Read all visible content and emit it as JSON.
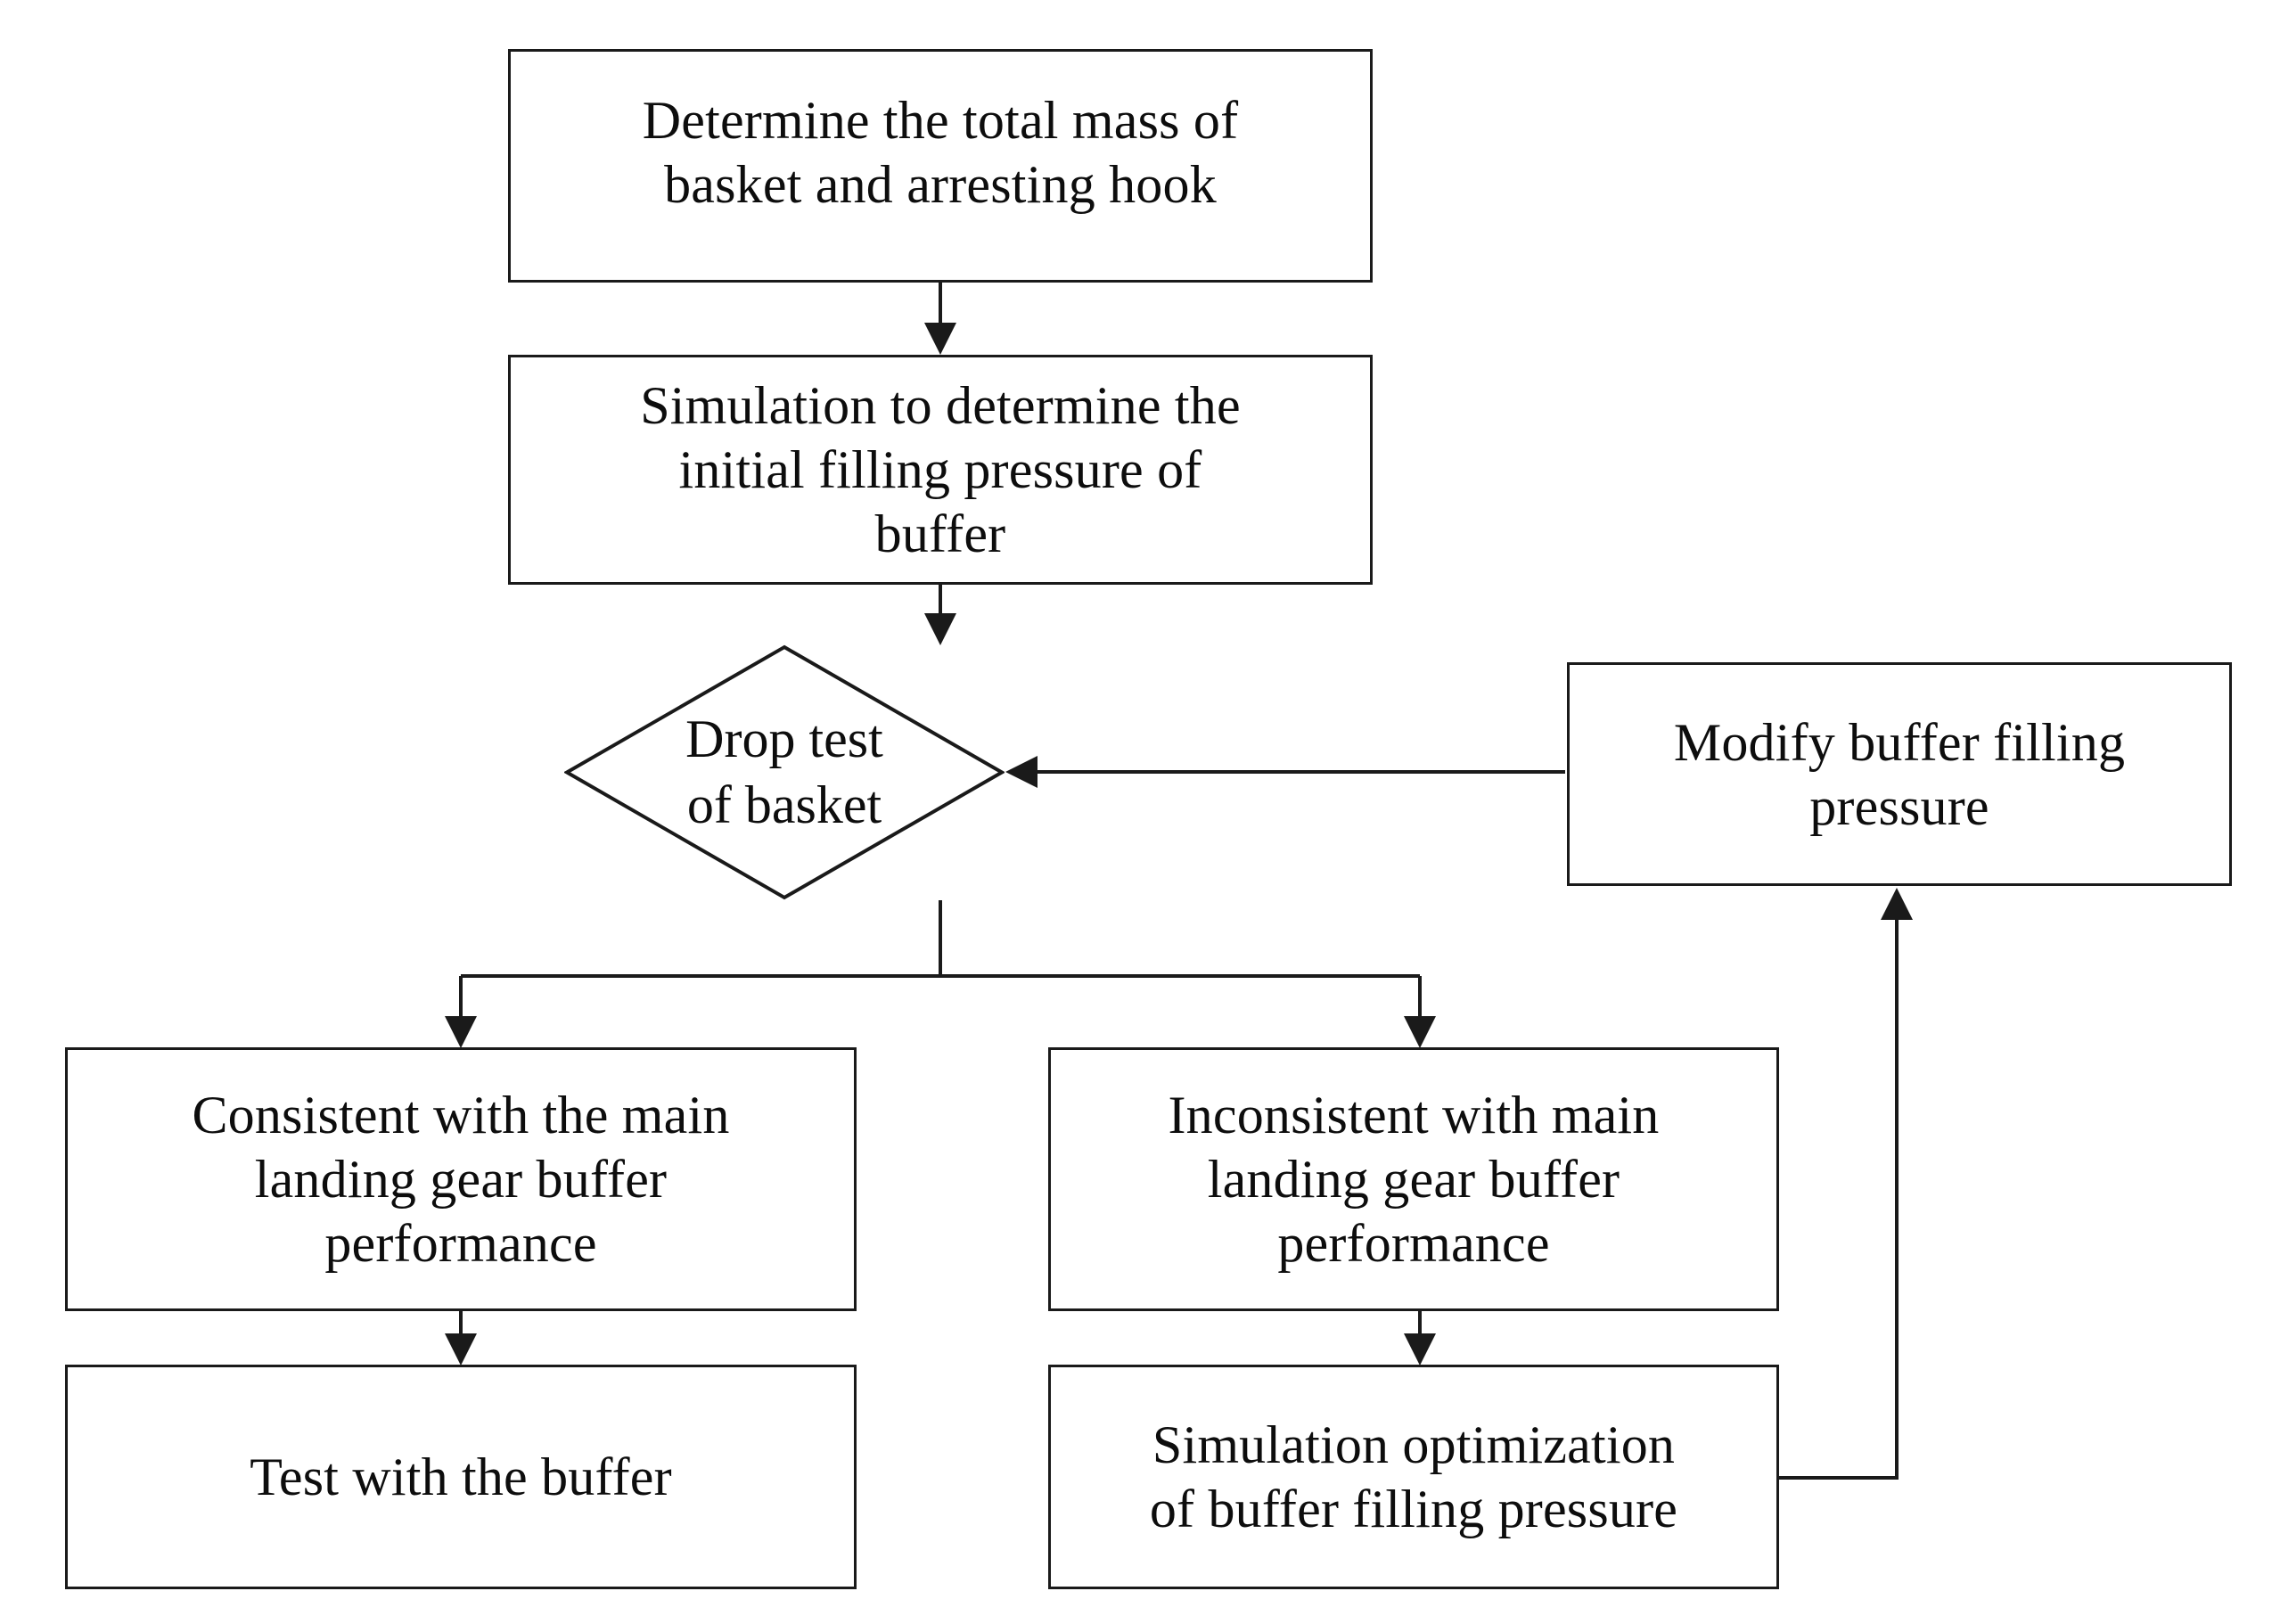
{
  "diagram": {
    "type": "flowchart",
    "orientation": "top-to-bottom",
    "background_color": "#ffffff",
    "line_color": "#1a1a1a",
    "text_color": "#0d0d0d",
    "nodes": [
      {
        "id": "total-mass",
        "shape": "rectangle",
        "text": "Determine the total mass of\nbasket and arresting hook"
      },
      {
        "id": "initial-pressure",
        "shape": "rectangle",
        "text": "Simulation to determine the\ninitial filling pressure of\nbuffer"
      },
      {
        "id": "drop-test",
        "shape": "diamond",
        "text": "Drop test\nof basket"
      },
      {
        "id": "modify-pressure",
        "shape": "rectangle",
        "text": "Modify buffer filling\npressure"
      },
      {
        "id": "consistent",
        "shape": "rectangle",
        "text": "Consistent with the main\nlanding gear buffer\nperformance"
      },
      {
        "id": "inconsistent",
        "shape": "rectangle",
        "text": "Inconsistent with main\nlanding gear buffer\nperformance"
      },
      {
        "id": "test-buffer",
        "shape": "rectangle",
        "text": "Test with the buffer"
      },
      {
        "id": "sim-optimization",
        "shape": "rectangle",
        "text": "Simulation optimization\nof buffer filling pressure"
      }
    ],
    "edges": [
      {
        "from": "total-mass",
        "to": "initial-pressure",
        "label": ""
      },
      {
        "from": "initial-pressure",
        "to": "drop-test",
        "label": ""
      },
      {
        "from": "drop-test",
        "to": "consistent",
        "label": ""
      },
      {
        "from": "drop-test",
        "to": "inconsistent",
        "label": ""
      },
      {
        "from": "consistent",
        "to": "test-buffer",
        "label": ""
      },
      {
        "from": "inconsistent",
        "to": "sim-optimization",
        "label": ""
      },
      {
        "from": "sim-optimization",
        "to": "modify-pressure",
        "label": ""
      },
      {
        "from": "modify-pressure",
        "to": "drop-test",
        "label": ""
      }
    ]
  }
}
